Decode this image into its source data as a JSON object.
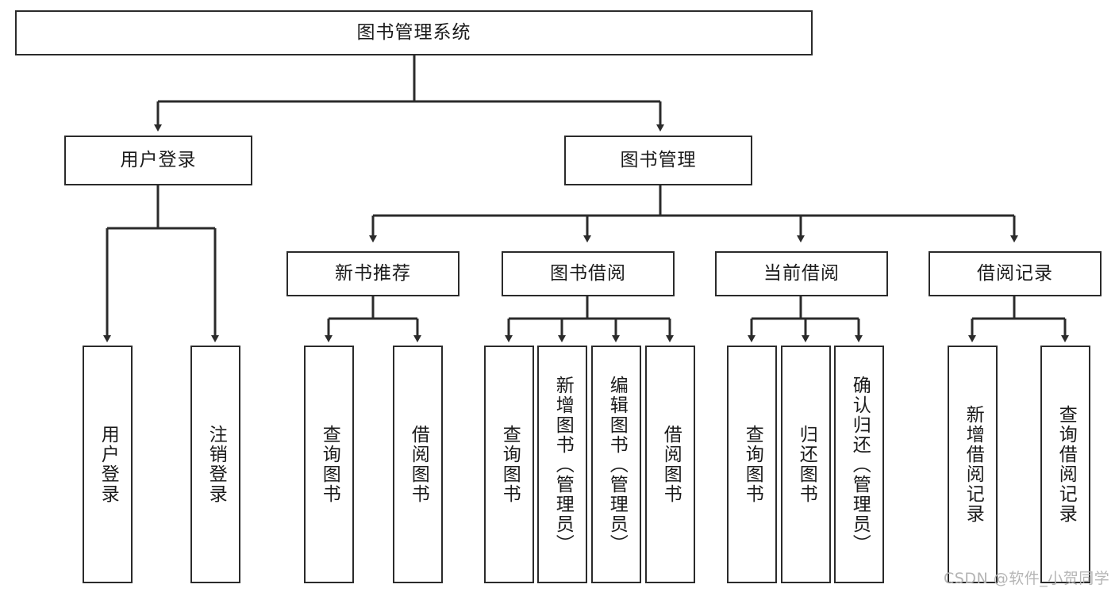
{
  "diagram": {
    "type": "tree-hierarchy-chart",
    "title": "图书管理系统",
    "watermark": "CSDN @软件_小贺同学",
    "colors": {
      "box_border": "#2b2b2b",
      "box_fill": "#ffffff",
      "connector": "#2b2b2b",
      "text": "#1b1b1b",
      "watermark": "#b5b5b5",
      "background": "#ffffff"
    },
    "levels": {
      "root": "图书管理系统",
      "level2": [
        "用户登录",
        "图书管理"
      ],
      "level3": [
        "新书推荐",
        "图书借阅",
        "当前借阅",
        "借阅记录"
      ]
    },
    "nodes": {
      "root": {
        "label": "图书管理系统",
        "orientation": "horizontal"
      },
      "user_login": {
        "label": "用户登录",
        "orientation": "horizontal"
      },
      "book_manage": {
        "label": "图书管理",
        "orientation": "horizontal"
      },
      "new_book_rec": {
        "label": "新书推荐",
        "orientation": "horizontal"
      },
      "book_borrow": {
        "label": "图书借阅",
        "orientation": "horizontal"
      },
      "current_borrow": {
        "label": "当前借阅",
        "orientation": "horizontal"
      },
      "borrow_record": {
        "label": "借阅记录",
        "orientation": "horizontal"
      },
      "leaf_user_login": {
        "label": "用户登录",
        "orientation": "vertical"
      },
      "leaf_logout": {
        "label": "注销登录",
        "orientation": "vertical"
      },
      "leaf_query_book_1": {
        "label": "查询图书",
        "orientation": "vertical"
      },
      "leaf_borrow_book_1": {
        "label": "借阅图书",
        "orientation": "vertical"
      },
      "leaf_query_book_2": {
        "label": "查询图书",
        "orientation": "vertical"
      },
      "leaf_add_book": {
        "label": "新增图书（管理员）",
        "orientation": "vertical"
      },
      "leaf_edit_book": {
        "label": "编辑图书（管理员）",
        "orientation": "vertical"
      },
      "leaf_borrow_book_2": {
        "label": "借阅图书",
        "orientation": "vertical"
      },
      "leaf_query_book_3": {
        "label": "查询图书",
        "orientation": "vertical"
      },
      "leaf_return_book": {
        "label": "归还图书",
        "orientation": "vertical"
      },
      "leaf_confirm_return": {
        "label": "确认归还（管理员）",
        "orientation": "vertical"
      },
      "leaf_add_record": {
        "label": "新增借阅记录",
        "orientation": "vertical"
      },
      "leaf_query_record": {
        "label": "查询借阅记录",
        "orientation": "vertical"
      }
    },
    "edges": [
      {
        "from": "root",
        "to": "user_login"
      },
      {
        "from": "root",
        "to": "book_manage"
      },
      {
        "from": "user_login",
        "to": "leaf_user_login"
      },
      {
        "from": "user_login",
        "to": "leaf_logout"
      },
      {
        "from": "book_manage",
        "to": "new_book_rec"
      },
      {
        "from": "book_manage",
        "to": "book_borrow"
      },
      {
        "from": "book_manage",
        "to": "current_borrow"
      },
      {
        "from": "book_manage",
        "to": "borrow_record"
      },
      {
        "from": "new_book_rec",
        "to": "leaf_query_book_1"
      },
      {
        "from": "new_book_rec",
        "to": "leaf_borrow_book_1"
      },
      {
        "from": "book_borrow",
        "to": "leaf_query_book_2"
      },
      {
        "from": "book_borrow",
        "to": "leaf_add_book"
      },
      {
        "from": "book_borrow",
        "to": "leaf_edit_book"
      },
      {
        "from": "book_borrow",
        "to": "leaf_borrow_book_2"
      },
      {
        "from": "current_borrow",
        "to": "leaf_query_book_3"
      },
      {
        "from": "current_borrow",
        "to": "leaf_return_book"
      },
      {
        "from": "current_borrow",
        "to": "leaf_confirm_return"
      },
      {
        "from": "borrow_record",
        "to": "leaf_add_record"
      },
      {
        "from": "borrow_record",
        "to": "leaf_query_record"
      }
    ]
  }
}
